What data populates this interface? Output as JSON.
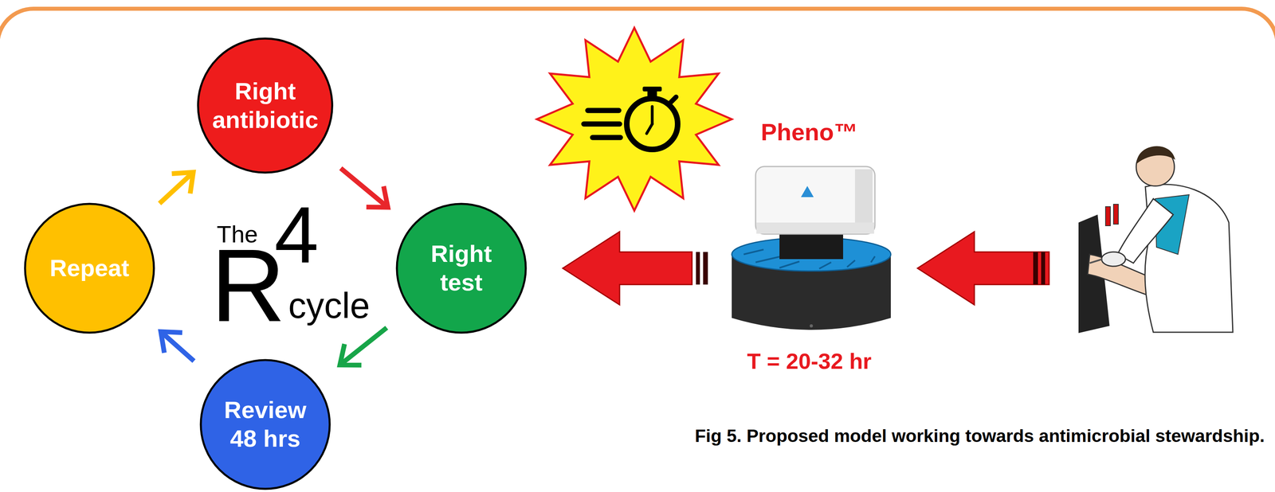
{
  "diagram": {
    "caption": "Fig 5. Proposed model working towards antimicrobial stewardship.",
    "nodes": [
      {
        "text": [
          "Right antibiotic"
        ]
      },
      {
        "text": [
          "Right test"
        ]
      },
      {
        "text": [
          "Review 48 hrs"
        ]
      },
      {
        "text": [
          "Repeat"
        ]
      },
      {
        "text": [
          "Pheno™",
          "T = 20-32 hr"
        ]
      }
    ],
    "edges": [
      {
        "from": 0,
        "to": 1,
        "arrow": "to"
      },
      {
        "from": 1,
        "to": 2,
        "arrow": "to"
      },
      {
        "from": 2,
        "to": 3,
        "arrow": "to"
      },
      {
        "from": 3,
        "to": 0,
        "arrow": "to"
      },
      {
        "from": 4,
        "to": 1,
        "arrow": "to"
      }
    ],
    "labels": [
      "The",
      "4",
      "R",
      "cycle"
    ]
  }
}
